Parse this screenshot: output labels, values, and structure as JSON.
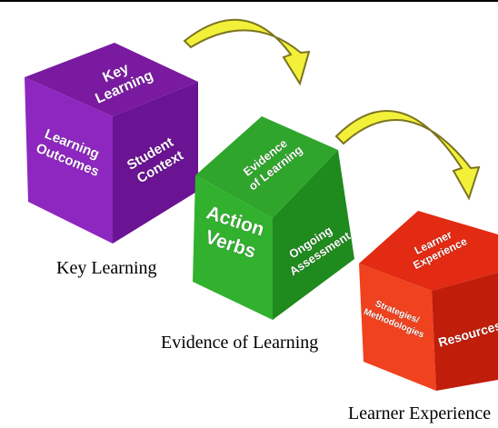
{
  "cubes": [
    {
      "id": "key",
      "top_lines": [
        "Key",
        "Learning"
      ],
      "left_lines": [
        "Learning",
        "Outcomes"
      ],
      "right_lines": [
        "Student",
        "Context"
      ],
      "caption": "Key Learning",
      "colors": {
        "top": "#7a1aa0",
        "left": "#8e27c0",
        "right": "#6a1393"
      }
    },
    {
      "id": "evidence",
      "top_lines": [
        "Evidence",
        "of Learning"
      ],
      "left_lines": [
        "Action",
        "Verbs"
      ],
      "right_lines": [
        "Ongoing",
        "Assessment"
      ],
      "caption": "Evidence of Learning",
      "colors": {
        "top": "#2fa52c",
        "left": "#31b12e",
        "right": "#1f8a1d"
      }
    },
    {
      "id": "experience",
      "top_lines": [
        "Learner",
        "Experience"
      ],
      "left_lines": [
        "Strategies/",
        "Methodologies"
      ],
      "right_lines": [
        "Resources"
      ],
      "caption": "Learner Experience",
      "colors": {
        "top": "#e32a12",
        "left": "#f0421e",
        "right": "#c01d0a"
      }
    }
  ],
  "arrow_colors": {
    "fill": "#f3f03a",
    "stroke": "#7a7420"
  }
}
